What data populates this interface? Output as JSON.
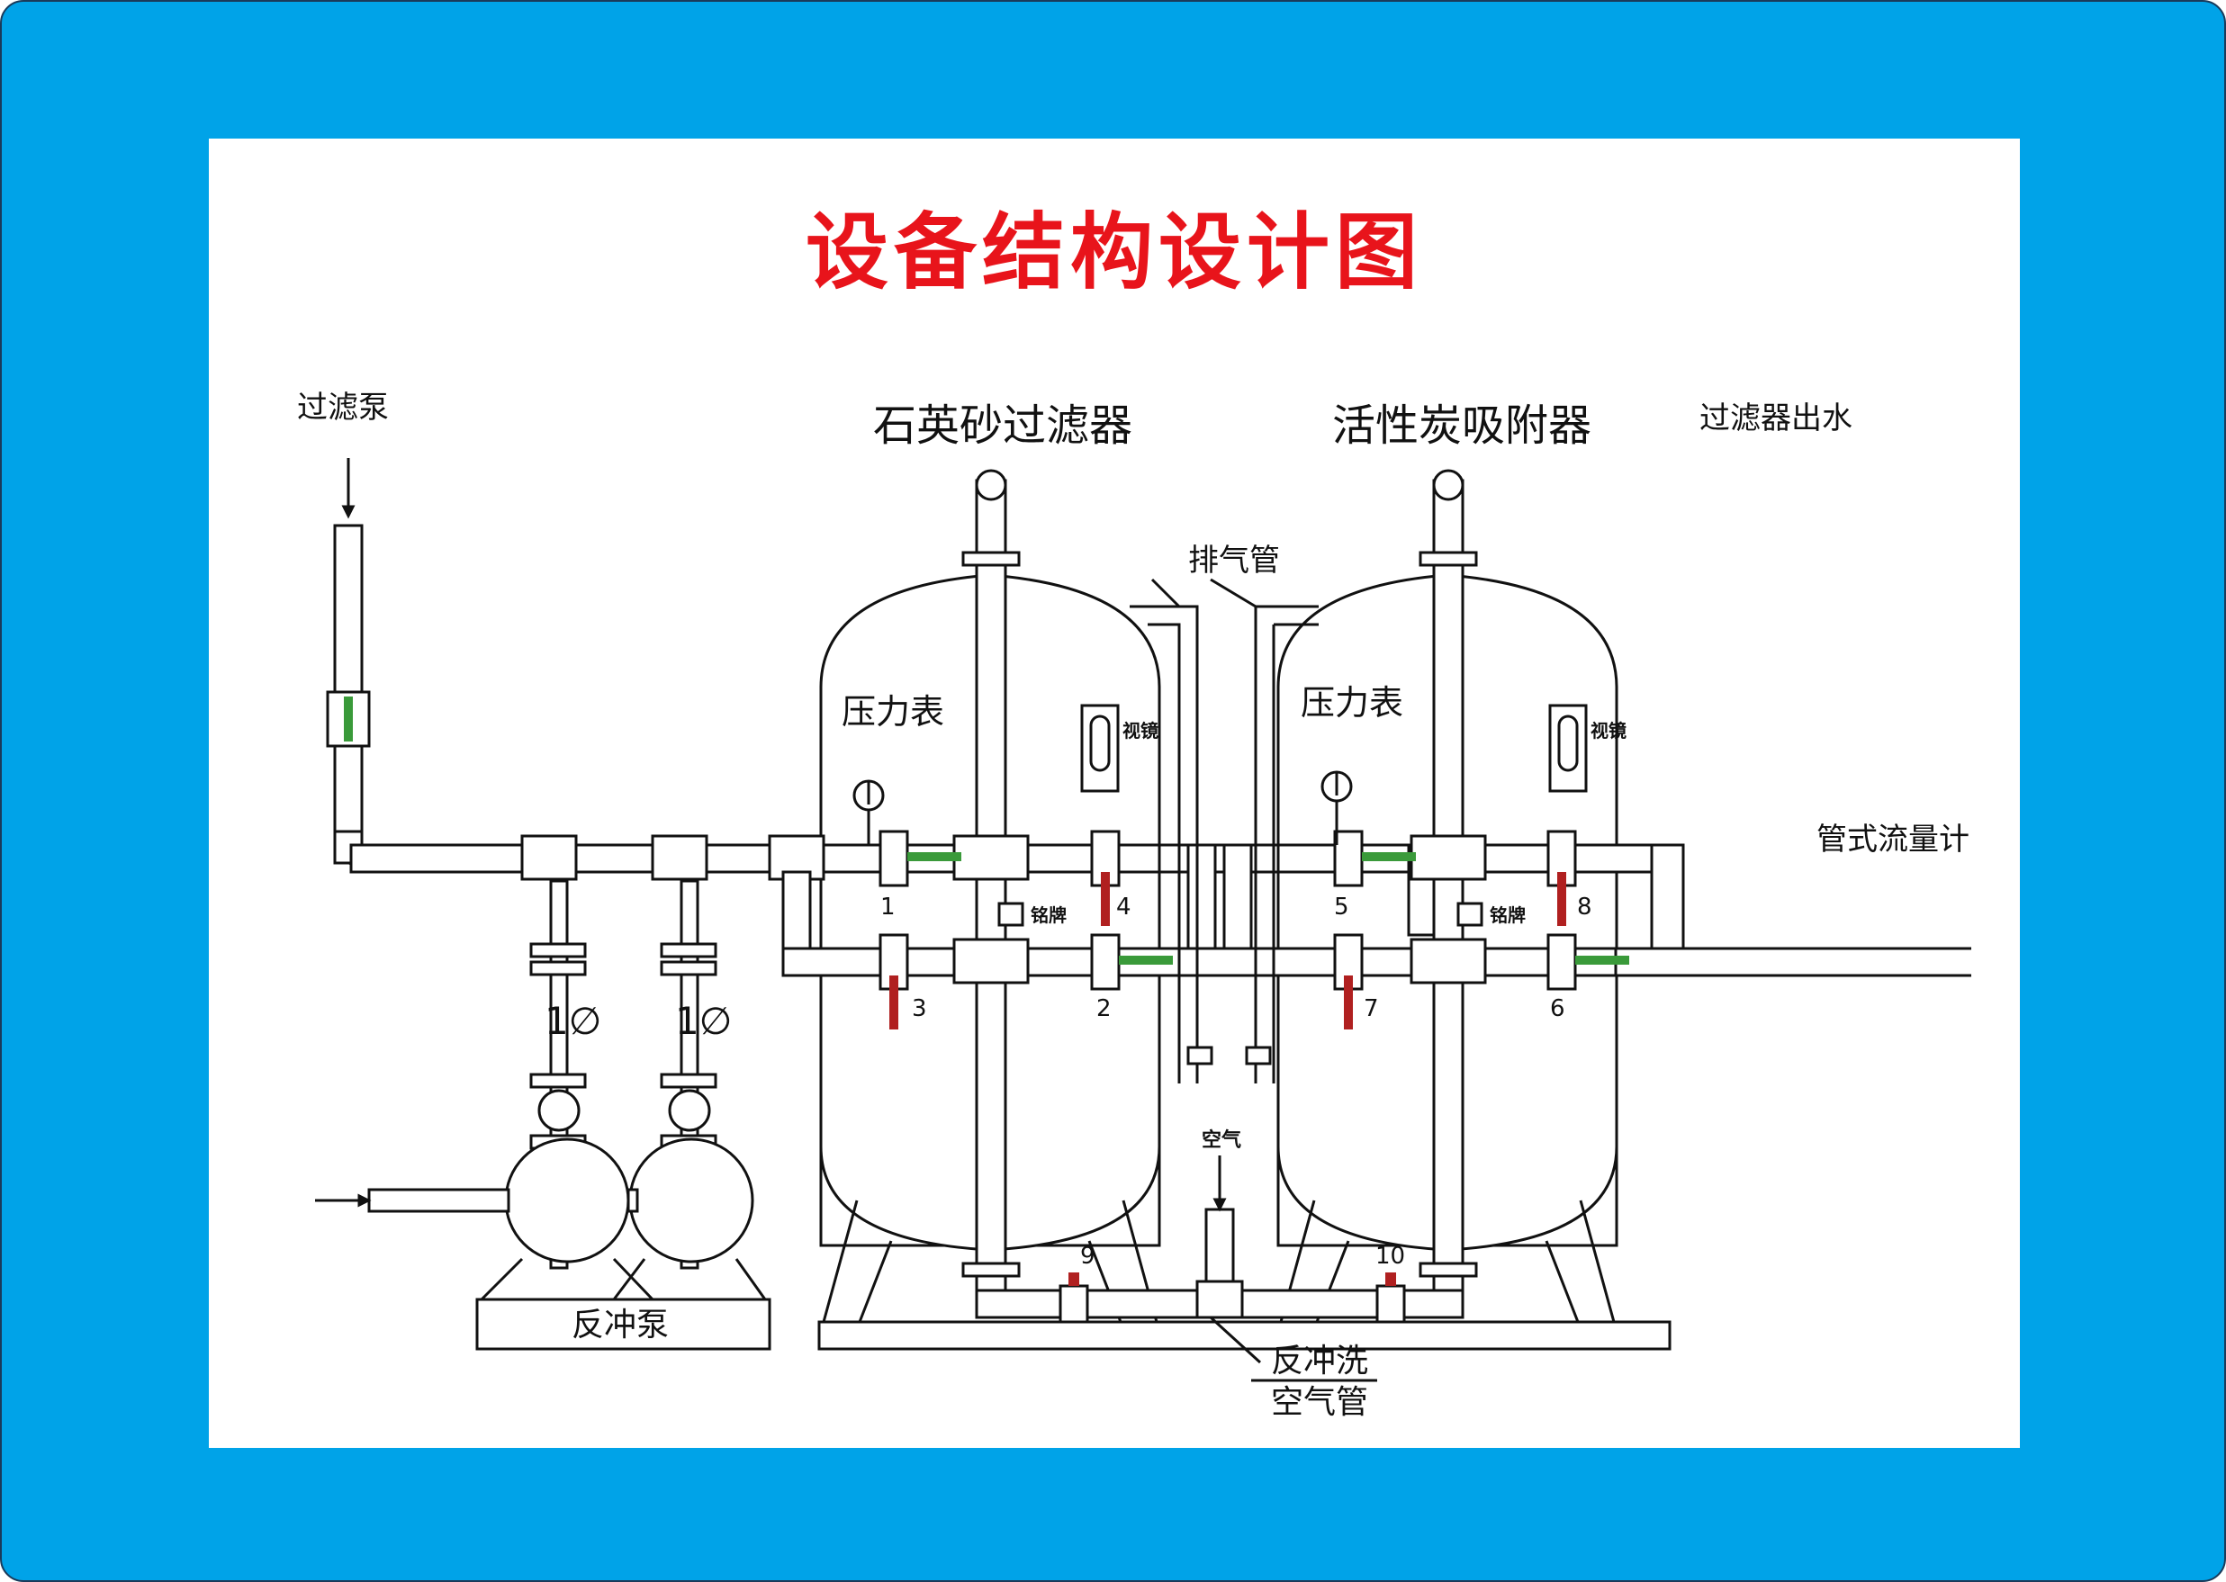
{
  "title": "设备结构设计图",
  "labels": {
    "filter_pump": "过滤泵",
    "quartz_filter": "石英砂过滤器",
    "carbon_adsorber": "活性炭吸附器",
    "filter_outlet": "过滤器出水",
    "vent_pipe": "排气管",
    "pressure_gauge_1": "压力表",
    "pressure_gauge_2": "压力表",
    "sight_glass_1": "视镜",
    "sight_glass_2": "视镜",
    "manhole_1": "铭牌",
    "manhole_2": "铭牌",
    "tube_flowmeter": "管式流量计",
    "air": "空气",
    "backwash_pump": "反冲泵",
    "backwash_line1": "反冲洗",
    "backwash_line2": "空气管"
  },
  "valves": [
    "1",
    "2",
    "3",
    "4",
    "5",
    "6",
    "7",
    "8",
    "9",
    "10"
  ],
  "colors": {
    "frame": "#00a3e8",
    "title": "#e8141b",
    "valve_green": "#3a9a3a",
    "valve_red": "#b02020"
  }
}
